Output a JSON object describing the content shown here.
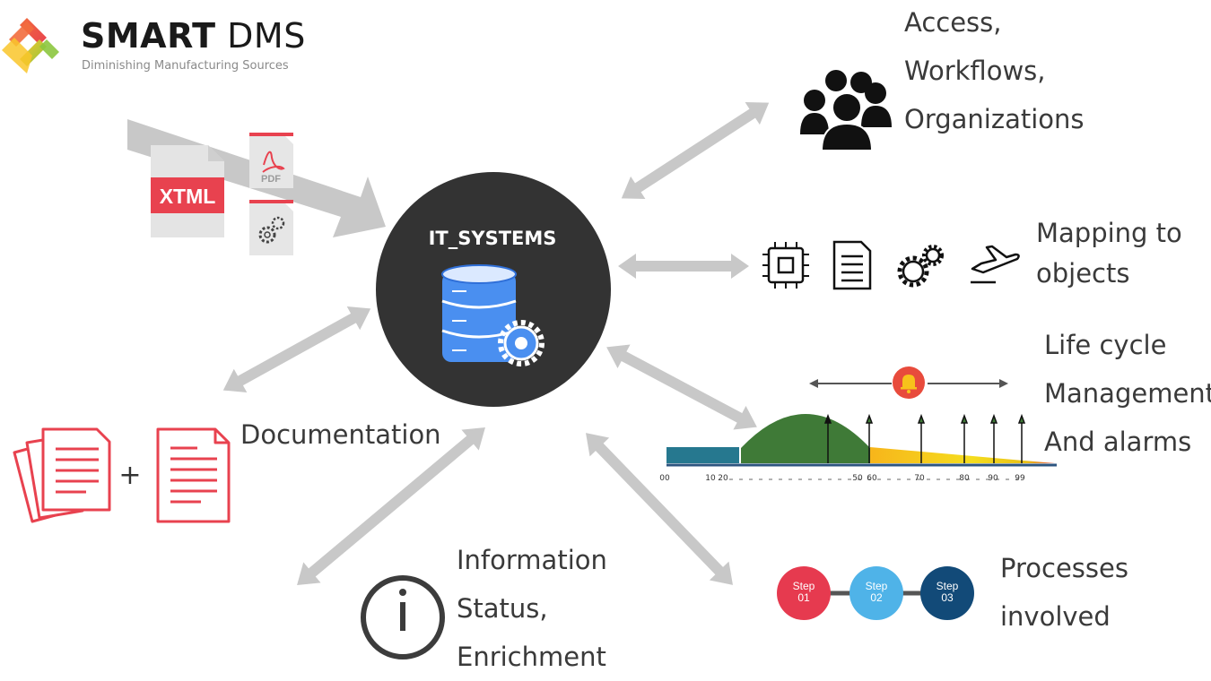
{
  "brand": {
    "name_bold": "SMART",
    "name_light": "DMS",
    "subtitle": "Diminishing Manufacturing Sources"
  },
  "hub": {
    "title": "IT_SYSTEMS"
  },
  "inputs": {
    "xtml_label": "XTML",
    "pdf_label": "PDF"
  },
  "nodes": {
    "access": [
      "Access,",
      "Workflows,",
      "Organizations"
    ],
    "mapping": [
      "Mapping to",
      "objects"
    ],
    "lifecycle": [
      "Life cycle",
      "Management",
      "And alarms"
    ],
    "documentation": "Documentation",
    "information": [
      "Information",
      "Status,",
      "Enrichment"
    ],
    "processes": [
      "Processes",
      "involved"
    ]
  },
  "plus_sign": "+",
  "steps": [
    {
      "line1": "Step",
      "line2": "01",
      "color": "#e63a4f"
    },
    {
      "line1": "Step",
      "line2": "02",
      "color": "#4fb3e8"
    },
    {
      "line1": "Step",
      "line2": "03",
      "color": "#124a78"
    }
  ],
  "lifecycle_axis": {
    "ticks": [
      "00",
      "10",
      "20",
      "50",
      "60",
      "70",
      "80",
      "90",
      "99"
    ],
    "colors": {
      "blue": "#26788f",
      "green": "#3f7a37",
      "yellow": "#f2c21b",
      "red": "#e84b3c"
    }
  },
  "colors": {
    "arrow": "#c8c8c8",
    "hub": "#333333",
    "accent_red": "#e8424f"
  }
}
